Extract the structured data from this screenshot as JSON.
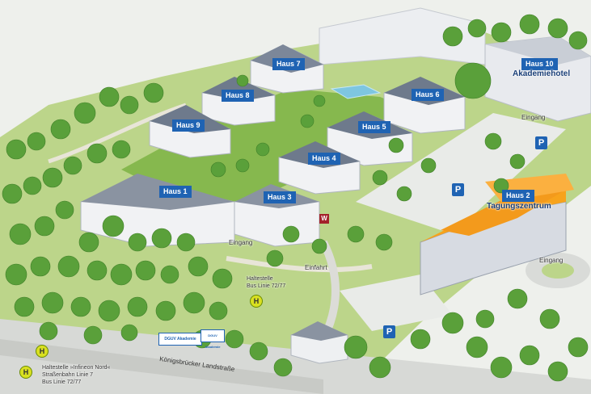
{
  "colors": {
    "grass": "#a9c86a",
    "lawn": "#7fb04a",
    "tree": "#5aa03a",
    "path": "#e6e6e0",
    "building": "#e4e6ea",
    "roof": "#6e7a8c",
    "accent": "#1f63b3",
    "orange": "#f39a1c"
  },
  "buildings": {
    "haus1": "Haus 1",
    "haus2": "Haus 2",
    "haus3": "Haus 3",
    "haus4": "Haus 4",
    "haus5": "Haus 5",
    "haus6": "Haus 6",
    "haus7": "Haus 7",
    "haus8": "Haus 8",
    "haus9": "Haus 9",
    "haus10": "Haus 10"
  },
  "names": {
    "akademiehotel": "Akademiehotel",
    "tagungszentrum": "Tagungszentrum"
  },
  "labels": {
    "eingang": "Eingang",
    "einfahrt": "Einfahrt",
    "haltestelle": "Haltestelle",
    "bus_line": "Bus Linie 72/77",
    "road": "Königsbrücker Landstraße",
    "stop_title": "Haltestelle »Infineon Nord«",
    "stop_tram": "Straßenbahn Linie 7",
    "stop_bus": "Bus Linie 72/77",
    "sign1": "DGUV Akademie",
    "sign2": "DGUV Akademie"
  },
  "icons": {
    "parking": "P",
    "halt": "H",
    "wc": "W"
  }
}
